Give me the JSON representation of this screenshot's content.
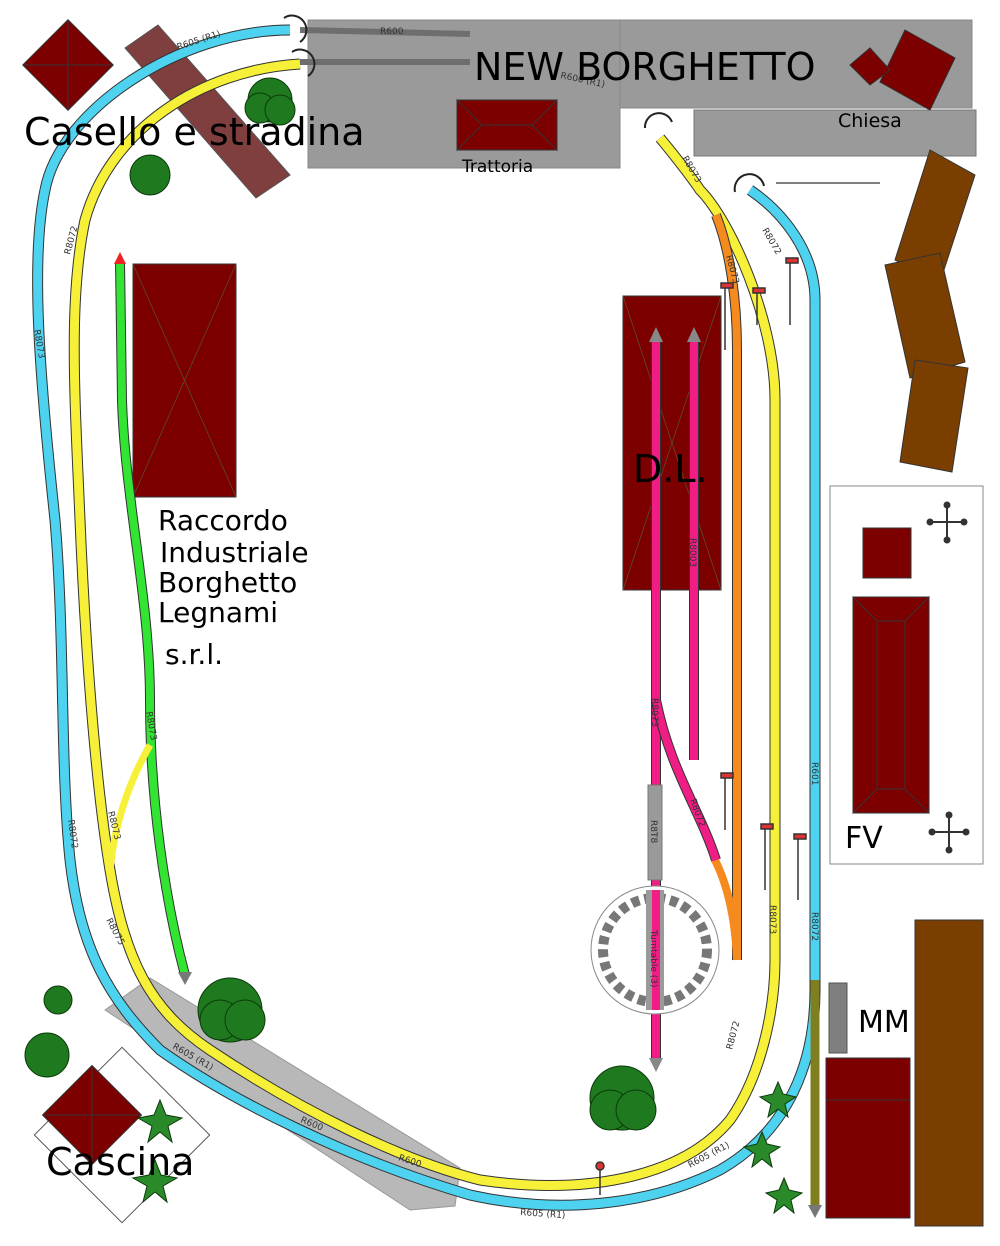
{
  "layout": {
    "title": "NEW BORGHETTO",
    "church": "Chiesa",
    "trattoria": "Trattoria",
    "casello": "Casello e stradina",
    "siding": [
      "Raccordo",
      "Industriale",
      "Borghetto",
      "Legnami",
      "s.r.l."
    ],
    "depot": "D.L.",
    "station": "FV",
    "goods": "MM",
    "farm": "Cascina"
  },
  "track_codes": {
    "top1": "R600",
    "top2": "R600 (R1)",
    "top3": "R605 (R1)",
    "nw": "R8072",
    "w1": "R8073",
    "w2": "R8072",
    "w3": "R8073",
    "w4": "R8075",
    "green": "R8073",
    "sw1": "R605 (R1)",
    "sw2": "R600",
    "sw3": "R600",
    "bottom": "R605 (R1)",
    "se1": "R605 (R1)",
    "se2": "R8072",
    "e1": "R601",
    "e2": "R8073",
    "e3": "R8072",
    "ne1": "R8073",
    "ne2": "R8072",
    "orange": "R8073",
    "pink1": "R8003",
    "pink2": "R8073",
    "pink3": "R8072",
    "turntable": "Turntable (3)",
    "bridge": "R8T8"
  },
  "colors": {
    "outer": "#4dd2f0",
    "inner": "#f6f038",
    "siding": "#33e533",
    "depot_tracks": "#ef1d84",
    "orange": "#f58a1f",
    "olive": "#7f7f1f",
    "building_red": "#7d0000",
    "building_brown": "#7a3f00",
    "ground_gray": "#999999",
    "tree": "#1f7a1f"
  }
}
